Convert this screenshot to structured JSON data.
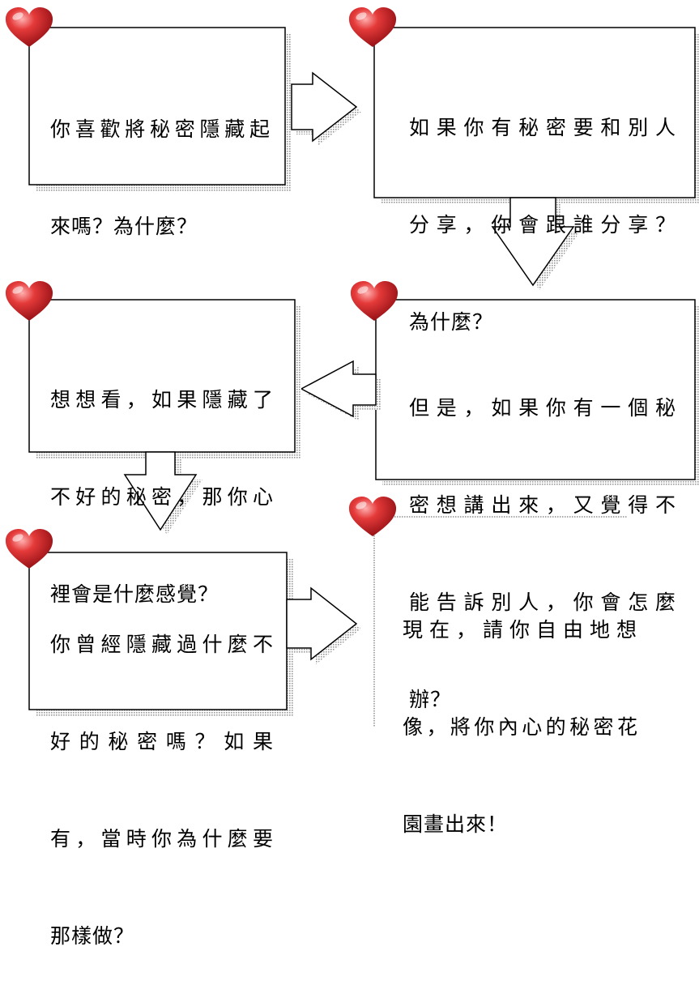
{
  "boxes": [
    {
      "id": "q1",
      "lines": [
        "你喜歡將秘密隱藏起",
        "來嗎？為什麼？"
      ]
    },
    {
      "id": "q2",
      "lines": [
        "如果你有秘密要和別人",
        "分享，你會跟誰分享？",
        "為什麼？"
      ]
    },
    {
      "id": "q3",
      "lines": [
        "但是，如果你有一個秘",
        "密想講出來，又覺得不",
        "能告訴別人，你會怎麼",
        "辦？"
      ]
    },
    {
      "id": "q4",
      "lines": [
        "想想看，如果隱藏了",
        "不好的秘密，那你心",
        "裡會是什麼感覺？"
      ]
    },
    {
      "id": "q5",
      "lines": [
        "你曾經隱藏過什麼不",
        "好的秘密嗎？如果",
        "有，當時你為什麼要",
        "那樣做？"
      ]
    },
    {
      "id": "q6",
      "lines": [
        "現在，請你自由地想",
        "像，將你內心的秘密花",
        "園畫出來！"
      ]
    }
  ],
  "colors": {
    "heart": "#d81e2a",
    "shadow": "#b5b5b5",
    "border": "#000000"
  },
  "icons": [
    "heart-icon",
    "arrow-right-icon",
    "arrow-down-icon",
    "arrow-left-icon"
  ]
}
